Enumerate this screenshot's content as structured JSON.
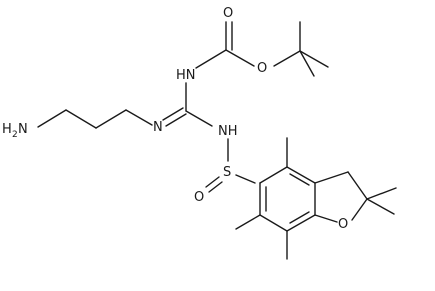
{
  "molecule": {
    "atom_labels": {
      "amine_h": "H",
      "amine_h_count": "2",
      "amine_n": "N",
      "imine_n": "N",
      "carbamate_nh": "HN",
      "carbamate_o_carbonyl": "O",
      "carbamate_o_ester": "O",
      "sulfonyl_nh": "NH",
      "sulfur": "S",
      "sulfonyl_o": "O",
      "furan_o": "O"
    }
  }
}
